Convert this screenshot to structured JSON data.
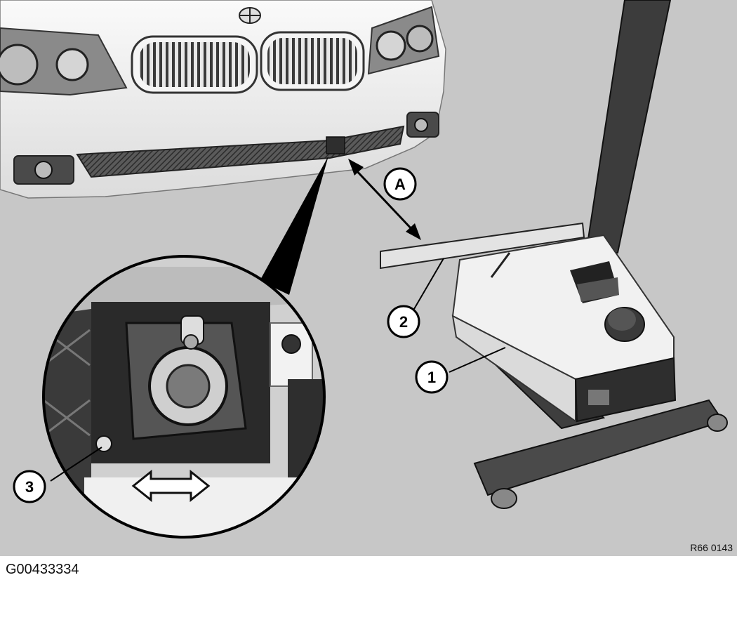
{
  "figure": {
    "callouts": {
      "one": "1",
      "two": "2",
      "three": "3",
      "dimension": "A"
    },
    "reference_code": "R66 0143"
  },
  "footer": {
    "graphic_id": "G00433334"
  }
}
